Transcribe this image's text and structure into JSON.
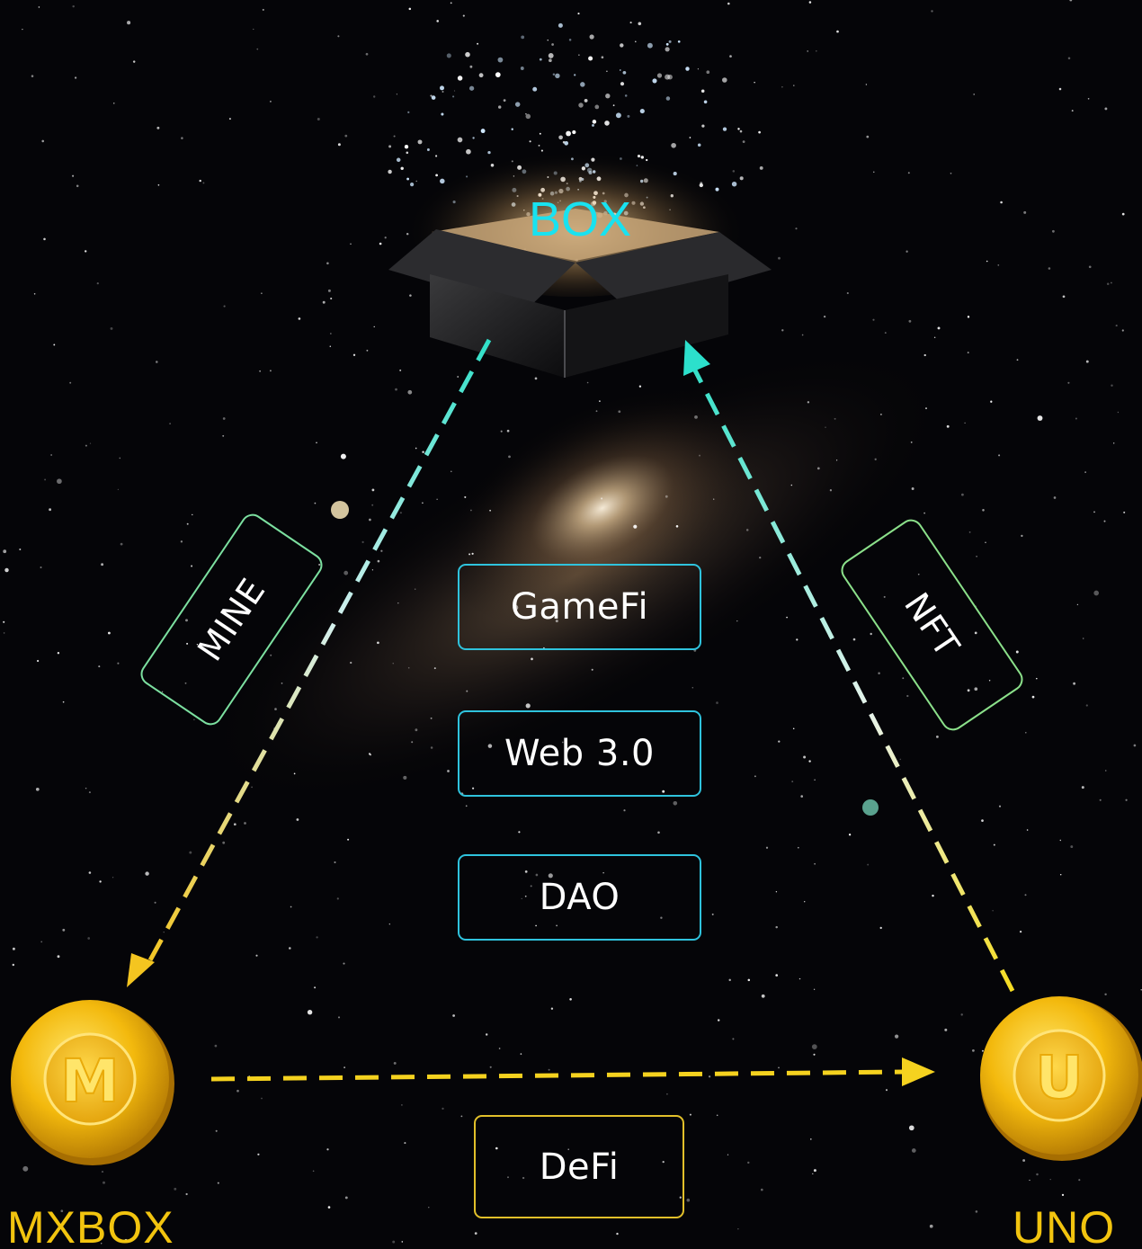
{
  "box": {
    "title": "BOX"
  },
  "center_items": [
    "GameFi",
    "Web 3.0",
    "DAO"
  ],
  "bottom_item": "DeFi",
  "edges": {
    "left": "MINE",
    "right": "NFT"
  },
  "coins": {
    "left": {
      "symbol": "M",
      "label": "MXBOX"
    },
    "right": {
      "symbol": "U",
      "label": "UNO"
    }
  },
  "colors": {
    "teal": "#37e0d0",
    "yellow": "#f5d21f",
    "cyan_border": "#2fc3dd",
    "gold_border": "#e2c02a",
    "coin_gold": "#f2b80c"
  }
}
